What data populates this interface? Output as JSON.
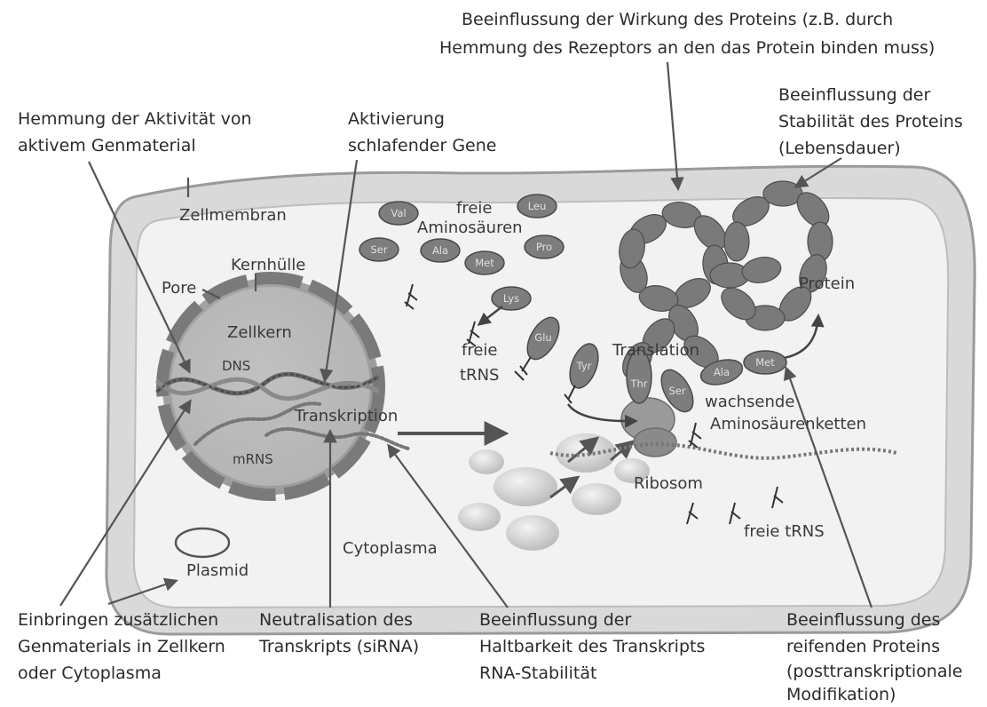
{
  "labels": {
    "top_effect_line1": "Beeinflussung der Wirkung des Proteins (z.B. durch",
    "top_effect_line2": "Hemmung des Rezeptors an den das Protein binden muss)",
    "stability_line1": "Beeinflussung der",
    "stability_line2": "Stabilität des Proteins",
    "stability_line3": "(Lebensdauer)",
    "inhibition_line1": "Hemmung der Aktivität von",
    "inhibition_line2": "aktivem Genmaterial",
    "activation_line1": "Aktivierung",
    "activation_line2": "schlafender Gene",
    "cell_membrane": "Zellmembran",
    "nuclear_envelope": "Kernhülle",
    "pore": "Pore",
    "nucleus": "Zellkern",
    "dna": "DNS",
    "transcription": "Transkription",
    "mrna": "mRNS",
    "free_amino_acids_line1": "freie",
    "free_amino_acids_line2": "Aminosäuren",
    "free_trna_line1": "freie",
    "free_trna_line2": "tRNS",
    "translation": "Translation",
    "protein": "Protein",
    "growing_chain_line1": "wachsende",
    "growing_chain_line2": "Aminosäurenketten",
    "ribosome": "Ribosom",
    "free_trna_bottom": "freie tRNS",
    "cytoplasm": "Cytoplasma",
    "plasmid": "Plasmid",
    "introduce_line1": "Einbringen zusätzlichen",
    "introduce_line2": "Genmaterials in Zellkern",
    "introduce_line3": "oder Cytoplasma",
    "neutral_line1": "Neutralisation des",
    "neutral_line2": "Transkripts (siRNA)",
    "durability_line1": "Beeinflussung der",
    "durability_line2": "Haltbarkeit des Transkripts",
    "durability_line3": "RNA-Stabilität",
    "maturing_line1": "Beeinflussung des",
    "maturing_line2": "reifenden Proteins",
    "maturing_line3": "(posttranskriptionale",
    "maturing_line4": "Modifikation)"
  },
  "amino_acids": {
    "val": "Val",
    "leu": "Leu",
    "ser_free": "Ser",
    "ala_free": "Ala",
    "pro": "Pro",
    "met_free": "Met",
    "lys": "Lys",
    "glu": "Glu",
    "tyr": "Tyr",
    "thr": "Thr",
    "ser_chain": "Ser",
    "ala_chain": "Ala",
    "met_chain": "Met"
  },
  "colors": {
    "cell_fill": "#f1f1f1",
    "nucleus_fill": "#a6a6a6",
    "line": "#555555",
    "text": "#2b2b2b"
  }
}
